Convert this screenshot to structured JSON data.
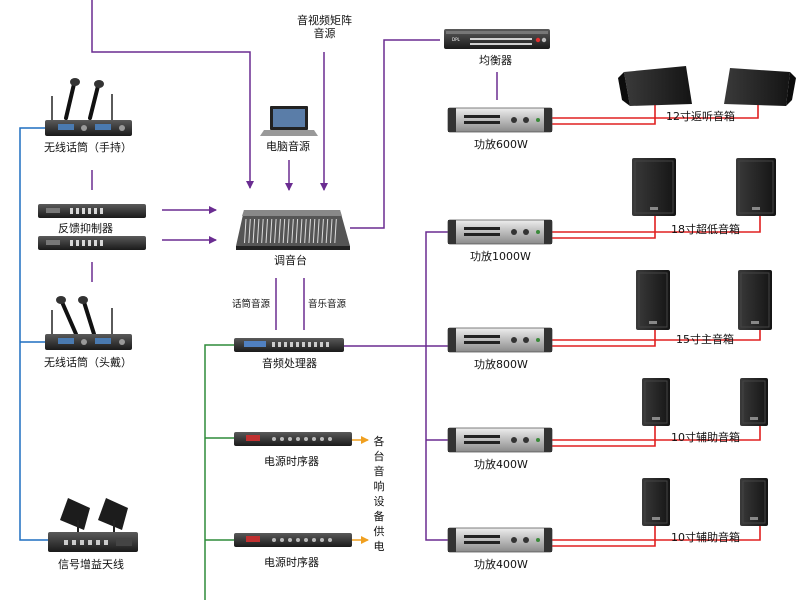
{
  "labels": {
    "matrix_source": "音视频矩阵\n音源",
    "equalizer": "均衡器",
    "wireless_handheld": "无线话筒（手持）",
    "pc_source": "电脑音源",
    "feedback_suppressor": "反馈抑制器",
    "mixer": "调音台",
    "wireless_headset": "无线话筒（头戴）",
    "mic_source": "话筒音源",
    "music_source": "音乐音源",
    "audio_processor": "音频处理器",
    "power_sequencer_1": "电源时序器",
    "power_sequencer_2": "电源时序器",
    "power_note": "各台音响设备供电",
    "antenna": "信号增益天线",
    "amp_600": "功放600W",
    "amp_1000": "功放1000W",
    "amp_800": "功放800W",
    "amp_400a": "功放400W",
    "amp_400b": "功放400W",
    "spk_monitor": "12寸返听音箱",
    "spk_sub": "18寸超低音箱",
    "spk_main": "15寸主音箱",
    "spk_aux_1": "10寸辅助音箱",
    "spk_aux_2": "10寸辅助音箱"
  },
  "colors": {
    "purple": "#6a2c91",
    "blue": "#1e6fc0",
    "green": "#2e8b3a",
    "red": "#e02020",
    "orange": "#f0a020"
  }
}
